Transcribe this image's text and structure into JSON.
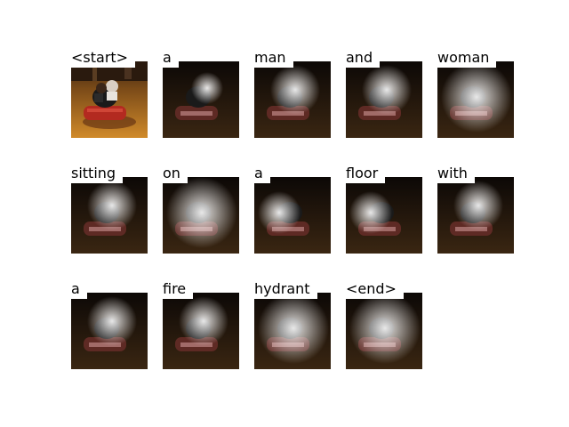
{
  "title": "",
  "frames": [
    {
      "word": "<start>",
      "mode": "original"
    },
    {
      "word": "a",
      "mode": "attention",
      "focus": "center"
    },
    {
      "word": "man",
      "mode": "attention",
      "focus": "upper"
    },
    {
      "word": "and",
      "mode": "attention",
      "focus": "upper"
    },
    {
      "word": "woman",
      "mode": "attention",
      "focus": "broad"
    },
    {
      "word": "sitting",
      "mode": "attention",
      "focus": "upper"
    },
    {
      "word": "on",
      "mode": "attention",
      "focus": "broad"
    },
    {
      "word": "a",
      "mode": "attention",
      "focus": "left"
    },
    {
      "word": "floor",
      "mode": "attention",
      "focus": "left"
    },
    {
      "word": "with",
      "mode": "attention",
      "focus": "upper"
    },
    {
      "word": "a",
      "mode": "attention",
      "focus": "upper"
    },
    {
      "word": "fire",
      "mode": "attention",
      "focus": "upper"
    },
    {
      "word": "hydrant",
      "mode": "attention",
      "focus": "broad"
    },
    {
      "word": "<end>",
      "mode": "attention",
      "focus": "broad"
    }
  ],
  "colors": {
    "background": "#ffffff",
    "label_bg": "#ffffff",
    "label_text": "#000000",
    "floor_orange": "#d08a2a",
    "car_red": "#b32a20",
    "attention_glow": "#ffffff"
  }
}
